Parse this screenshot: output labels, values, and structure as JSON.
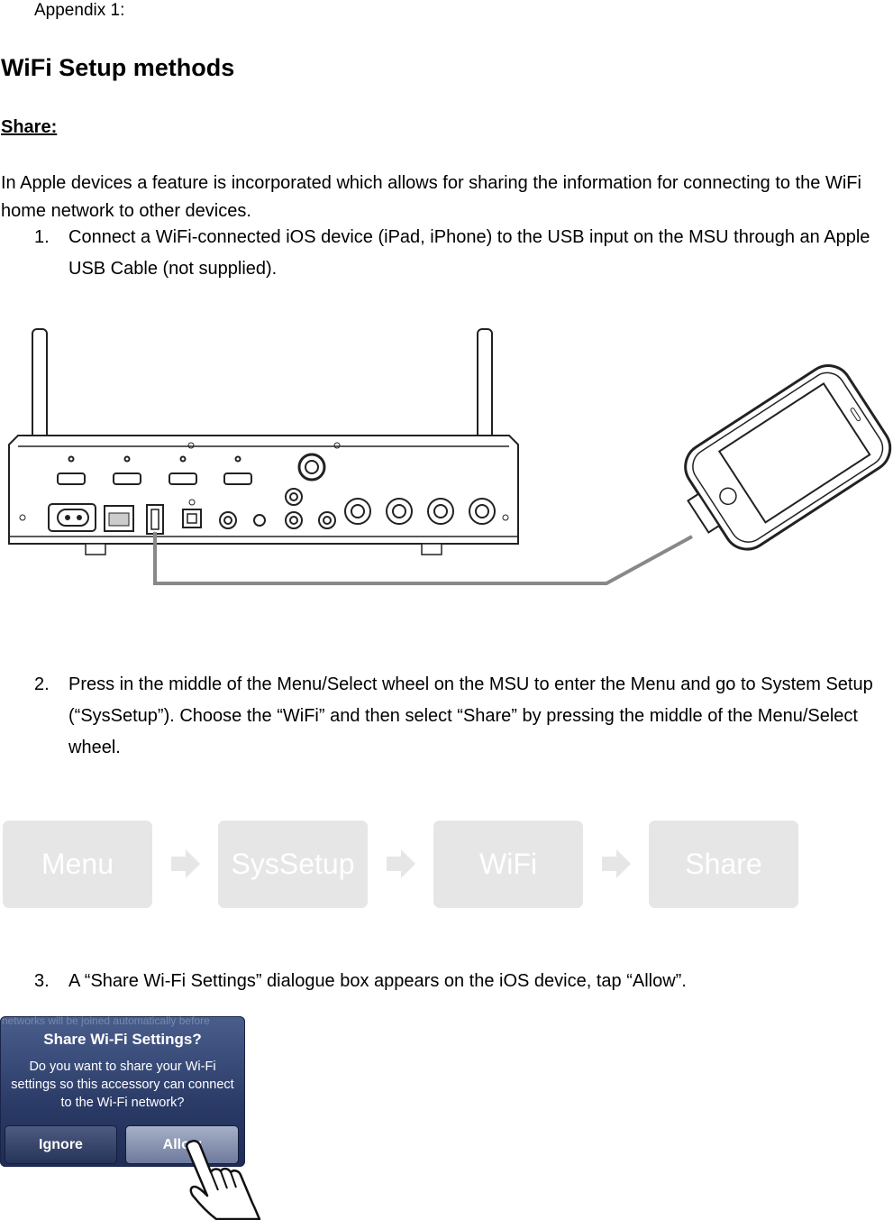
{
  "appendix_label": "Appendix 1:",
  "title": "WiFi Setup methods",
  "subheading": "Share:",
  "intro": "In Apple devices a feature is incorporated which allows for sharing the information for connecting to the WiFi home network to other devices.",
  "steps": [
    {
      "num": "1.",
      "text": "Connect a WiFi-connected iOS device (iPad, iPhone) to the USB input on the MSU through an Apple USB Cable (not supplied)."
    },
    {
      "num": "2.",
      "text": "Press in the middle of the Menu/Select wheel on the MSU to enter the Menu and go to System Setup (“SysSetup”). Choose the “WiFi” and then select “Share” by pressing the middle of the Menu/Select wheel."
    },
    {
      "num": "3.",
      "text": "A “Share Wi-Fi Settings” dialogue box appears on the iOS device, tap “Allow”."
    }
  ],
  "flow": [
    "Menu",
    "SysSetup",
    "WiFi",
    "Share"
  ],
  "dialog": {
    "background_text": "networks will be joined automatically before",
    "title": "Share Wi-Fi Settings?",
    "message": "Do you want to share your Wi-Fi settings so this accessory can connect to the Wi-Fi network?",
    "ignore_label": "Ignore",
    "allow_label": "Allow"
  },
  "colors": {
    "flow_box": "#e6e6e6",
    "dialog": "#2a3a66"
  }
}
